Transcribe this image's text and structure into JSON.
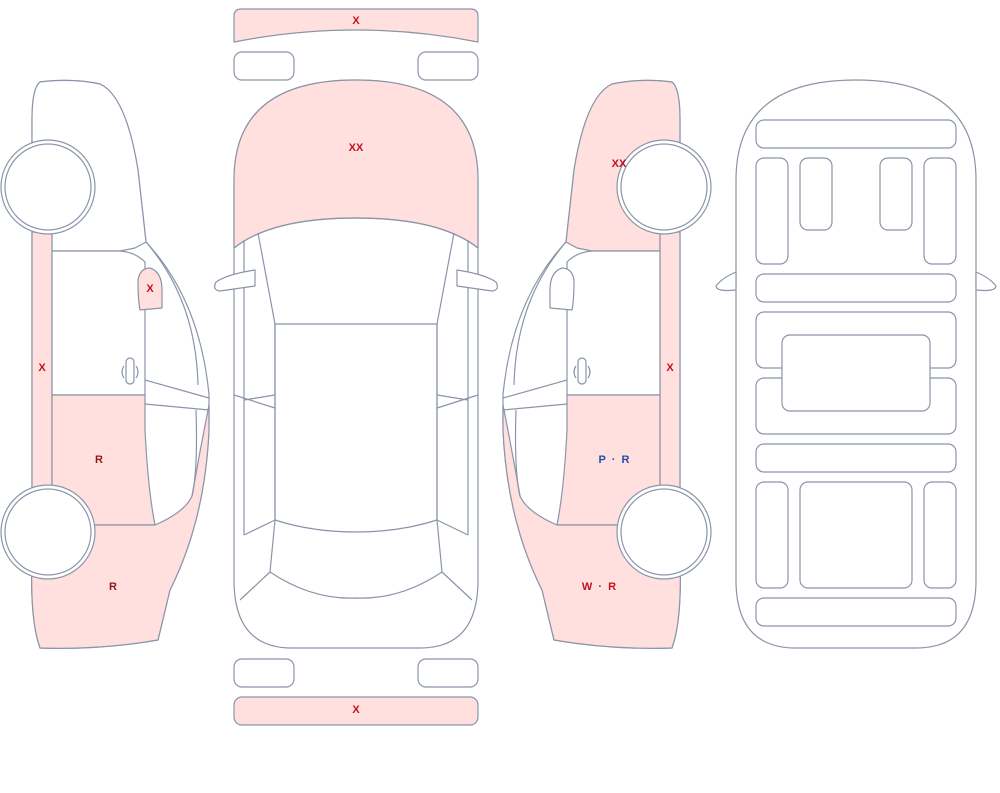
{
  "colors": {
    "outline": "#8a95a8",
    "damaged_fill": "#ffe0de",
    "clean_fill": "#ffffff",
    "mark_red": "#c0121f",
    "mark_dark": "#8b1a1a",
    "mark_blue": "#1f4fa8"
  },
  "top_view": {
    "front_bumper": {
      "label": "X",
      "damaged": true
    },
    "hood": {
      "label": "XX",
      "damaged": true
    },
    "rear_bumper": {
      "label": "X",
      "damaged": true
    }
  },
  "left_side": {
    "front_fender": {
      "label": "",
      "damaged": false
    },
    "mirror": {
      "label": "X",
      "damaged": true
    },
    "rocker": {
      "label": "X",
      "damaged": true
    },
    "rear_door": {
      "label": "R",
      "damaged": true
    },
    "rear_quarter": {
      "label": "R",
      "damaged": true
    }
  },
  "right_side": {
    "front_fender": {
      "label": "XX",
      "damaged": true
    },
    "rocker": {
      "label": "X",
      "damaged": true
    },
    "rear_door": {
      "label_left": "P",
      "separator": "·",
      "label_right": "R",
      "damaged": true
    },
    "rear_quarter": {
      "label_left": "W",
      "separator": "·",
      "label_right": "R",
      "damaged": true
    }
  }
}
